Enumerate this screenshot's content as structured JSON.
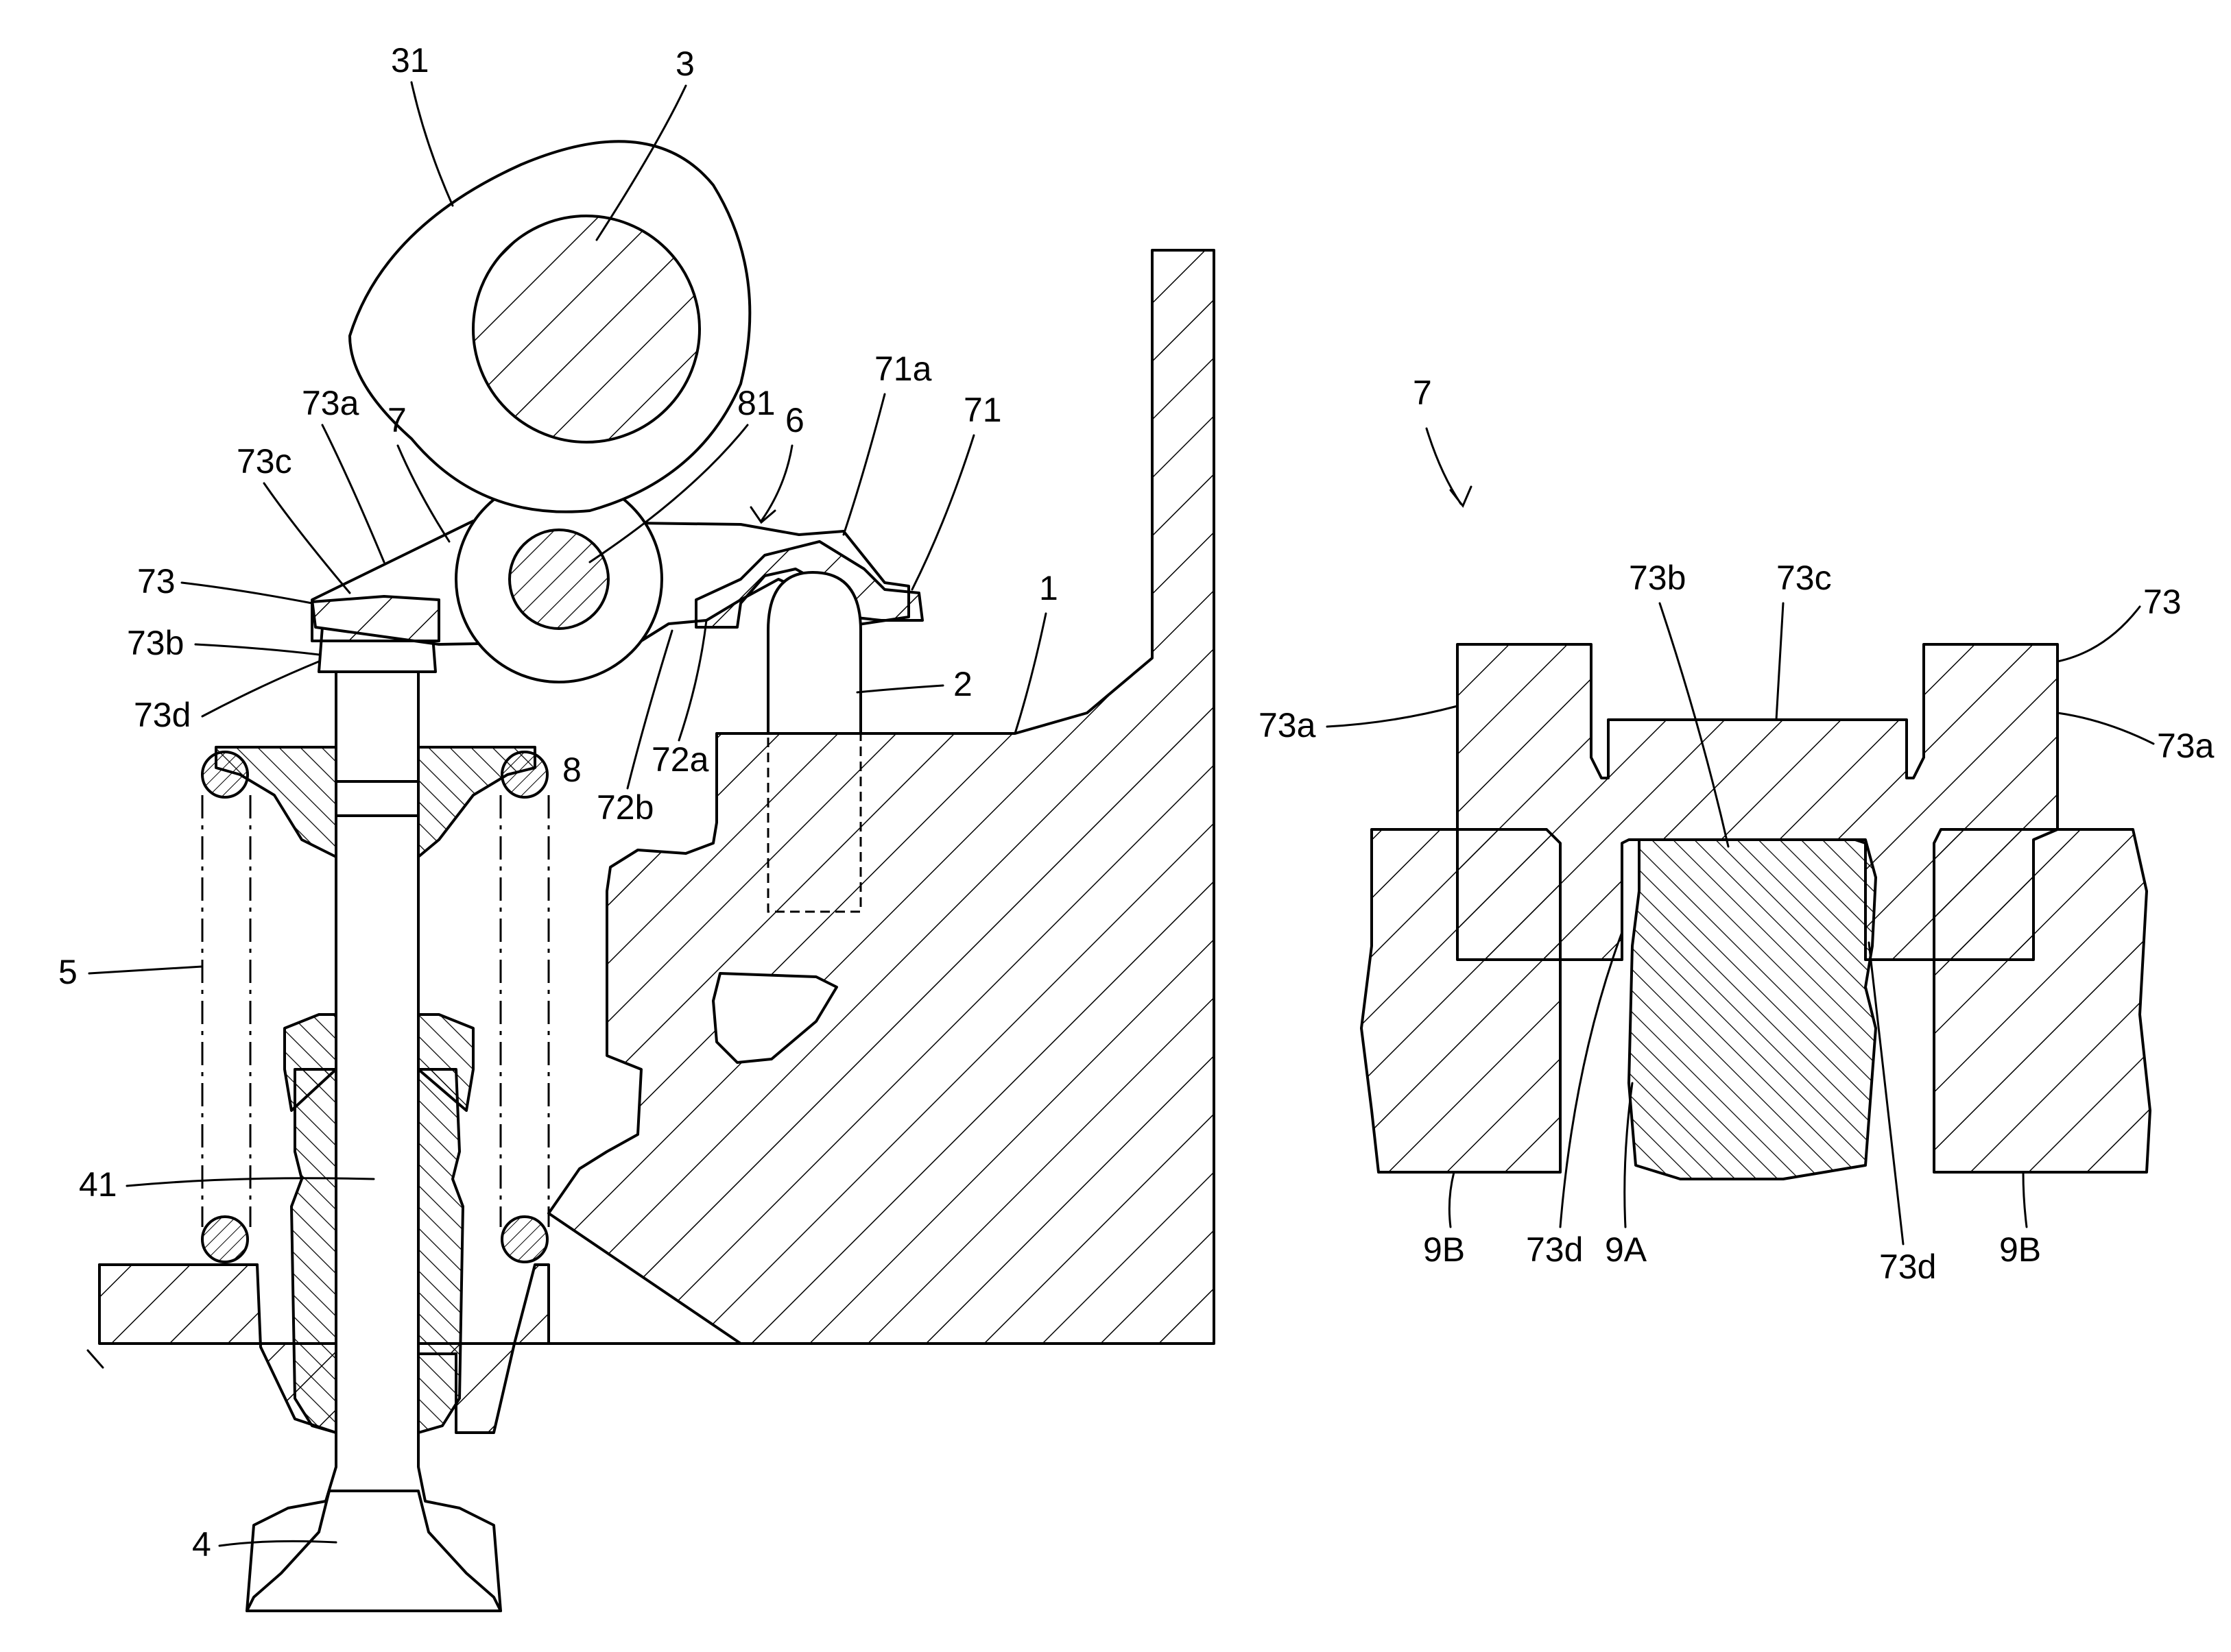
{
  "figure": {
    "left_view_labels": {
      "l31": "31",
      "l3": "3",
      "l81": "81",
      "l6": "6",
      "l71a": "71a",
      "l71": "71",
      "l73a": "73a",
      "l7": "7",
      "l73c": "73c",
      "l73": "73",
      "l73b": "73b",
      "l73d": "73d",
      "l8": "8",
      "l72b": "72b",
      "l72a": "72a",
      "l2": "2",
      "l1": "1",
      "l5": "5",
      "l41": "41",
      "l4": "4"
    },
    "right_view_labels": {
      "r7": "7",
      "r73b": "73b",
      "r73c": "73c",
      "r73": "73",
      "r73a_left": "73a",
      "r73a_right": "73a",
      "r9B_left": "9B",
      "r73d_left": "73d",
      "r9A": "9A",
      "r73d_right": "73d",
      "r9B_right": "9B"
    }
  }
}
